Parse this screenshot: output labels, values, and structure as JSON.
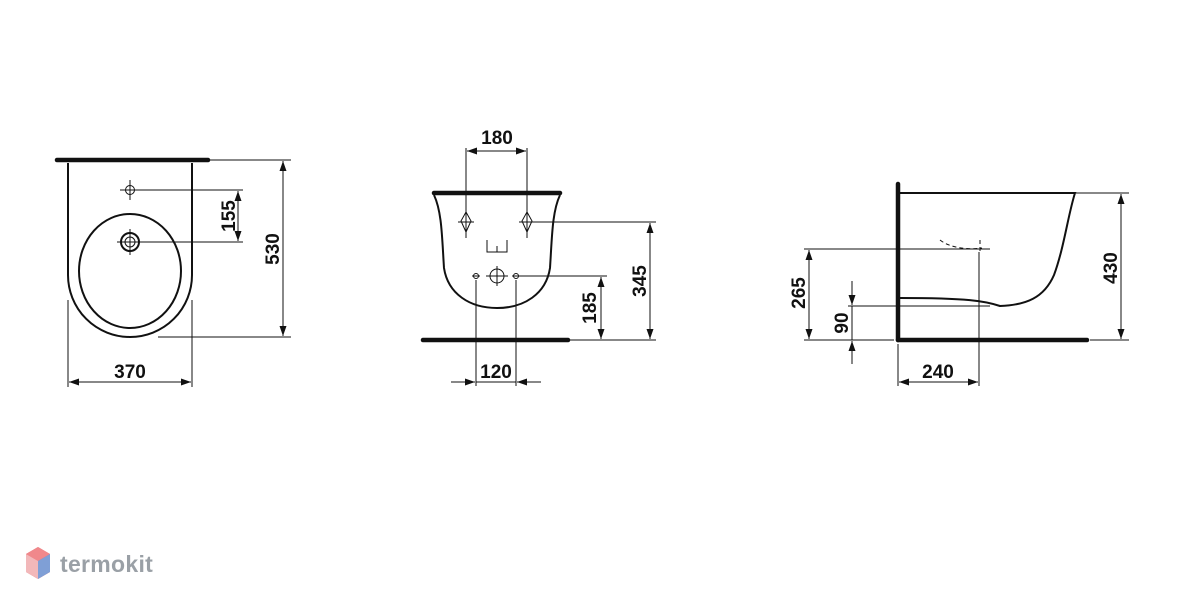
{
  "brand": {
    "name": "termokit",
    "logo_icon": "hexagon-cube-icon",
    "color": "#9aa0a6"
  },
  "front_view": {
    "width": "370",
    "height": "530",
    "hole_spacing": "155"
  },
  "back_view": {
    "fixing_spacing": "180",
    "outlet_height": "185",
    "fixing_height": "345",
    "supply_spacing": "120"
  },
  "side_view": {
    "height": "430",
    "fixing_height": "265",
    "outlet_height": "90",
    "depth": "240"
  }
}
